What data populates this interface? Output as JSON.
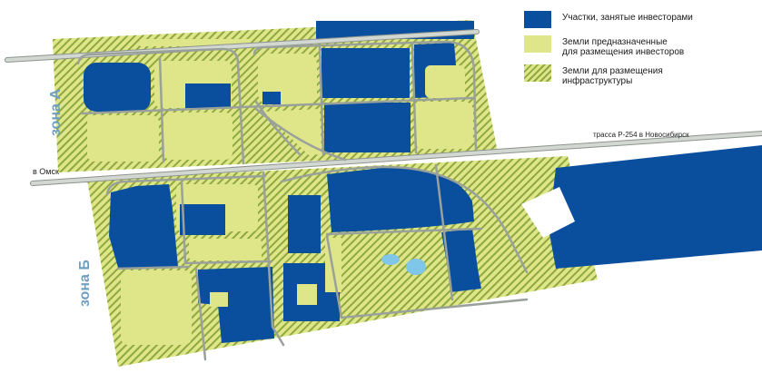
{
  "legend": {
    "items": [
      {
        "key": "occupied",
        "label": "Участки, занятые инвесторами",
        "color": "#0a4f9e"
      },
      {
        "key": "available",
        "label": "Земли предназначенные\nдля размещения инвесторов",
        "color": "#dfe68a"
      },
      {
        "key": "infra",
        "label": "Земли для размещения\nинфраструктуры",
        "color": "#8fa83f"
      }
    ]
  },
  "labels": {
    "zone_a": "зона А",
    "zone_b": "зона Б",
    "to_omsk": "в Омск",
    "highway": "трасса Р-254 в Новосибирск"
  },
  "colors": {
    "occupied": "#0a4f9e",
    "available": "#dfe68a",
    "infra_hatch": "#8fa83f",
    "road": "#c9cfc9",
    "road_edge": "#8d948d",
    "zone_label": "#6f9fbf",
    "pond": "#7fc6e8"
  }
}
